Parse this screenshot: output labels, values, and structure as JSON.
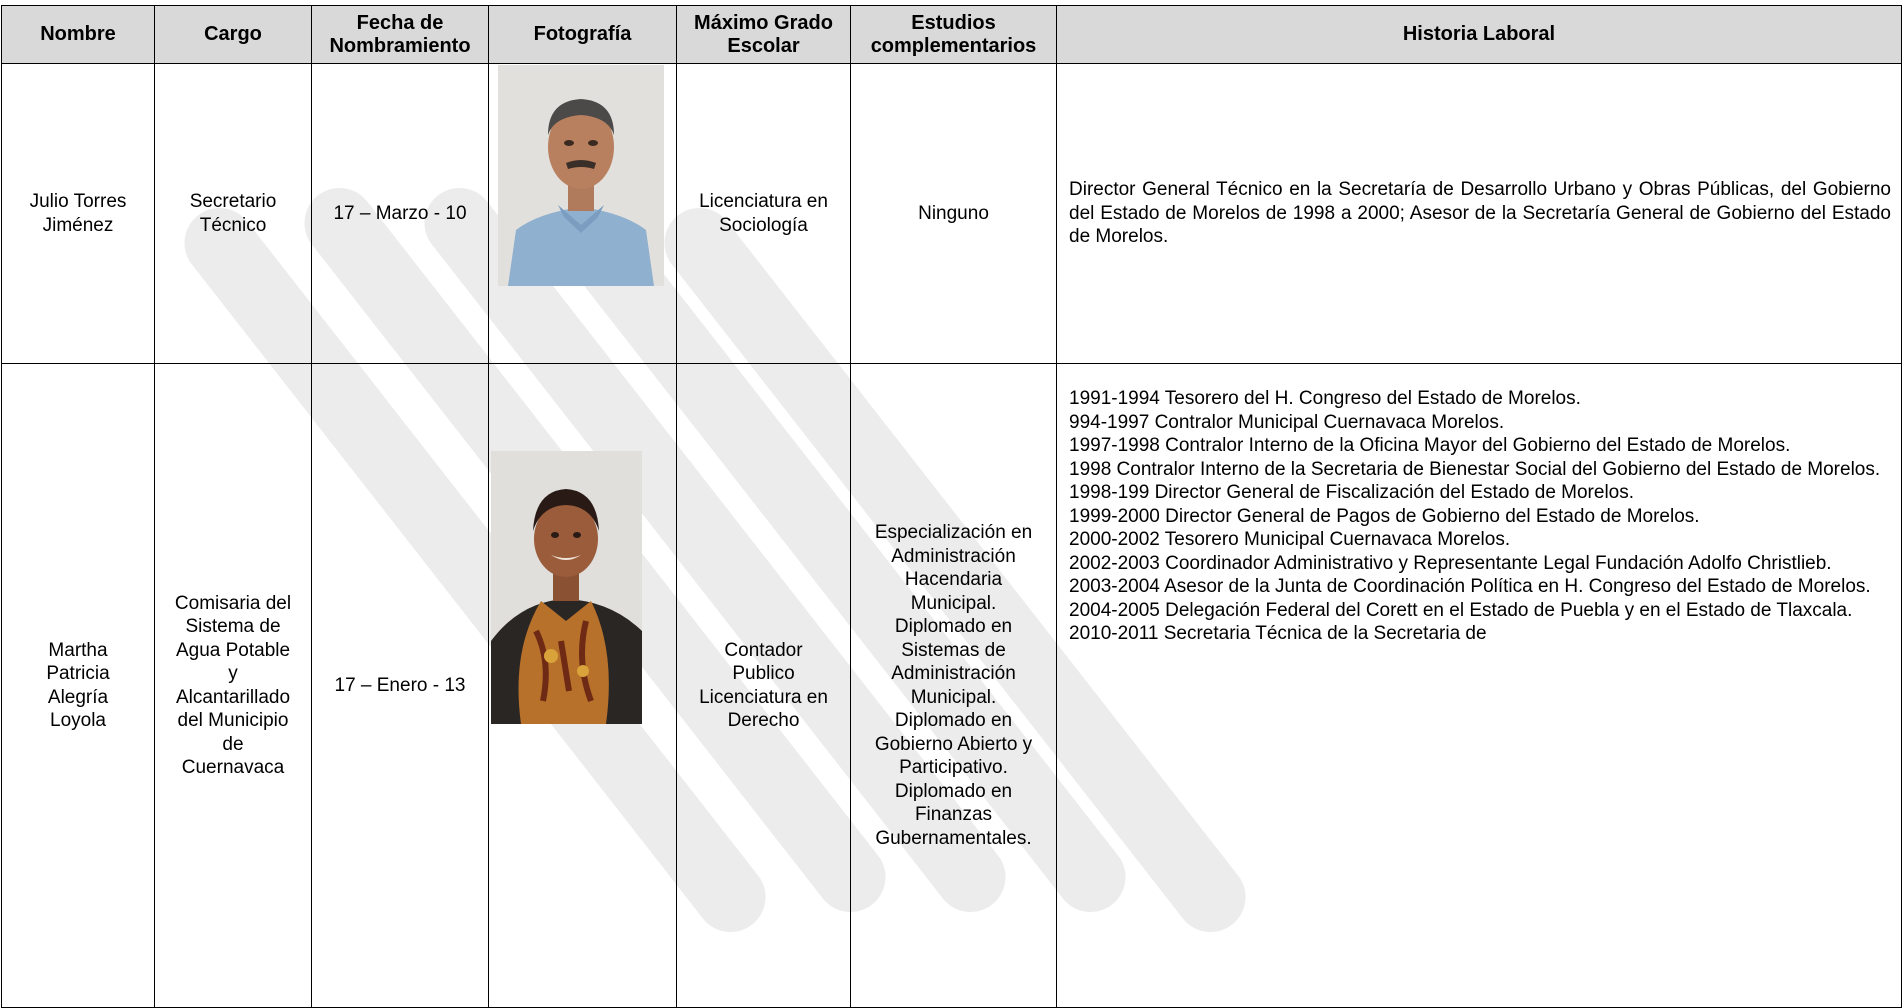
{
  "headers": {
    "nombre": "Nombre",
    "cargo": "Cargo",
    "fecha_line1": "Fecha de",
    "fecha_line2": "Nombramiento",
    "fotografia": "Fotografía",
    "grado_line1": "Máximo Grado",
    "grado_line2": "Escolar",
    "estudios_line1": "Estudios",
    "estudios_line2": "complementarios",
    "historia": "Historia Laboral"
  },
  "rows": [
    {
      "nombre": [
        "Julio Torres",
        "Jiménez"
      ],
      "cargo": [
        "Secretario",
        "Técnico"
      ],
      "fecha": "17 – Marzo - 10",
      "grado": [
        "Licenciatura en",
        "Sociología"
      ],
      "estudios": [
        "Ninguno"
      ],
      "historia": [
        "Director General Técnico en la Secretaría de Desarrollo Urbano y Obras Públicas, del Gobierno del Estado de Morelos de 1998 a 2000; Asesor de la Secretaría General de Gobierno del Estado de Morelos."
      ]
    },
    {
      "nombre": [
        "Martha",
        "Patricia",
        "Alegría",
        "Loyola"
      ],
      "cargo": [
        "Comisaria del",
        "Sistema de",
        "Agua Potable",
        "y",
        "Alcantarillado",
        "del Municipio",
        "de",
        "Cuernavaca"
      ],
      "fecha": "17 – Enero - 13",
      "grado": [
        "Contador",
        "Publico",
        "Licenciatura en",
        "Derecho"
      ],
      "estudios": [
        "Especialización en",
        "Administración",
        "Hacendaria",
        "Municipal.",
        "Diplomado en",
        "Sistemas de",
        "Administración",
        "Municipal.",
        "Diplomado en",
        "Gobierno Abierto y",
        "Participativo.",
        "Diplomado en",
        "Finanzas",
        "Gubernamentales."
      ],
      "historia": [
        "1991-1994 Tesorero del H. Congreso del Estado de Morelos.",
        "994-1997 Contralor Municipal Cuernavaca Morelos.",
        "1997-1998 Contralor Interno de la Oficina  Mayor del Gobierno del Estado de Morelos.",
        "1998 Contralor Interno de la Secretaria de Bienestar Social del Gobierno del Estado de Morelos.",
        "1998-199 Director General de Fiscalización del Estado de Morelos.",
        "1999-2000 Director General de Pagos de Gobierno del Estado de Morelos.",
        "2000-2002 Tesorero Municipal Cuernavaca Morelos.",
        "2002-2003 Coordinador Administrativo y Representante Legal Fundación Adolfo Christlieb.",
        "2003-2004 Asesor de la Junta de Coordinación Política en H. Congreso del Estado de  Morelos.",
        "2004-2005 Delegación Federal del Corett en el Estado de Puebla y en el Estado de Tlaxcala.",
        "2010-2011 Secretaria Técnica de la Secretaria de"
      ]
    }
  ]
}
